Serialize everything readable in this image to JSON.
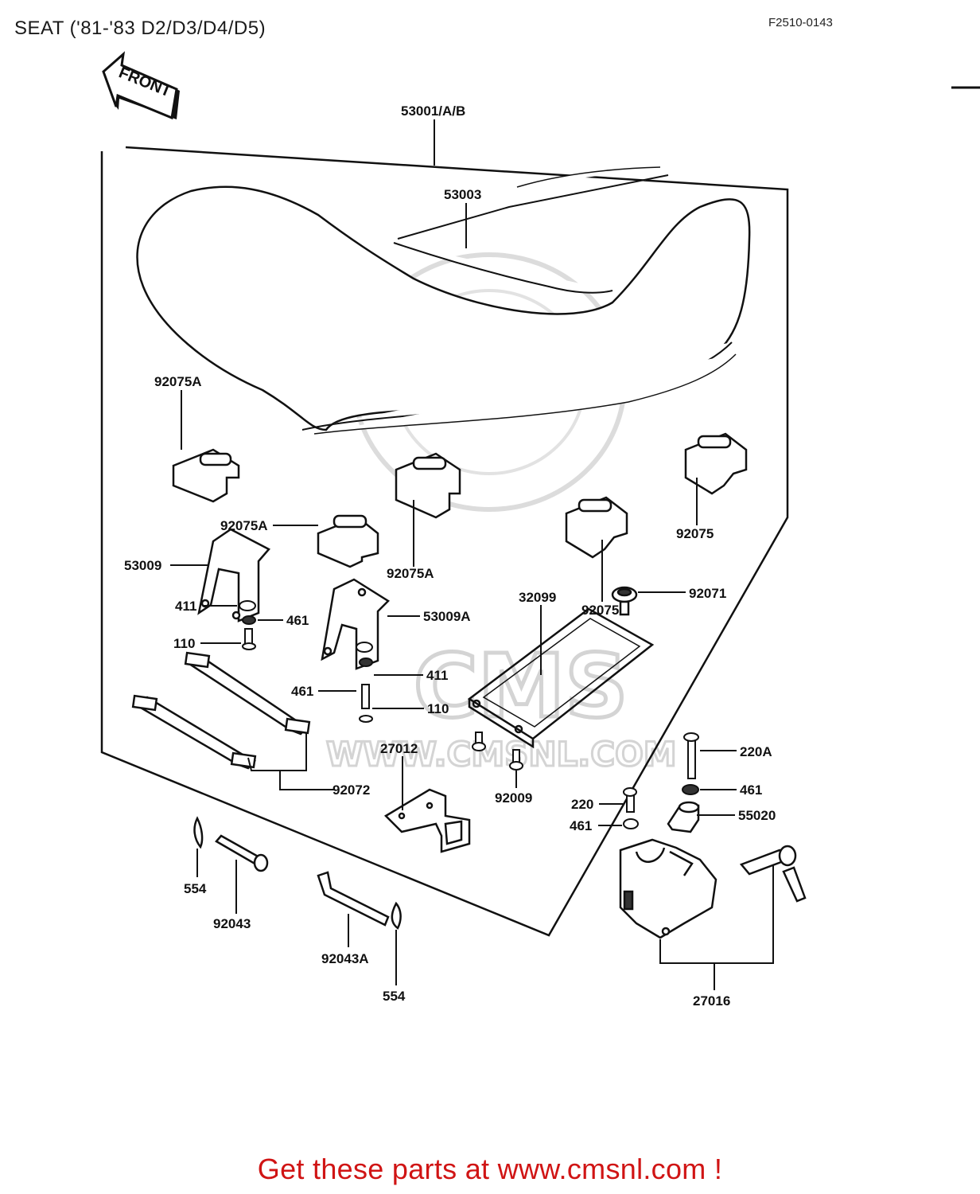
{
  "header": {
    "title": "SEAT ('81-'83 D2/D3/D4/D5)",
    "diagram_code": "F2510-0143"
  },
  "front_arrow": {
    "label": "FRONT"
  },
  "watermark": {
    "logo_text": "CMS",
    "url_text": "WWW.CMSNL.COM"
  },
  "parts": [
    {
      "id": "p-53001",
      "number": "53001/A/B"
    },
    {
      "id": "p-53003",
      "number": "53003"
    },
    {
      "id": "p-92075a-1",
      "number": "92075A"
    },
    {
      "id": "p-92075a-2",
      "number": "92075A"
    },
    {
      "id": "p-92075a-3",
      "number": "92075A"
    },
    {
      "id": "p-92075-1",
      "number": "92075"
    },
    {
      "id": "p-92075-2",
      "number": "92075"
    },
    {
      "id": "p-53009",
      "number": "53009"
    },
    {
      "id": "p-53009a",
      "number": "53009A"
    },
    {
      "id": "p-32099",
      "number": "32099"
    },
    {
      "id": "p-92071",
      "number": "92071"
    },
    {
      "id": "p-411-1",
      "number": "411"
    },
    {
      "id": "p-461-1",
      "number": "461"
    },
    {
      "id": "p-110-1",
      "number": "110"
    },
    {
      "id": "p-411-2",
      "number": "411"
    },
    {
      "id": "p-461-2",
      "number": "461"
    },
    {
      "id": "p-110-2",
      "number": "110"
    },
    {
      "id": "p-27012",
      "number": "27012"
    },
    {
      "id": "p-92009",
      "number": "92009"
    },
    {
      "id": "p-220a",
      "number": "220A"
    },
    {
      "id": "p-461-3",
      "number": "461"
    },
    {
      "id": "p-220",
      "number": "220"
    },
    {
      "id": "p-55020",
      "number": "55020"
    },
    {
      "id": "p-461-4",
      "number": "461"
    },
    {
      "id": "p-92072",
      "number": "92072"
    },
    {
      "id": "p-554-1",
      "number": "554"
    },
    {
      "id": "p-92043",
      "number": "92043"
    },
    {
      "id": "p-92043a",
      "number": "92043A"
    },
    {
      "id": "p-554-2",
      "number": "554"
    },
    {
      "id": "p-27016",
      "number": "27016"
    }
  ],
  "footer": {
    "cta": "Get these parts at www.cmsnl.com !"
  }
}
